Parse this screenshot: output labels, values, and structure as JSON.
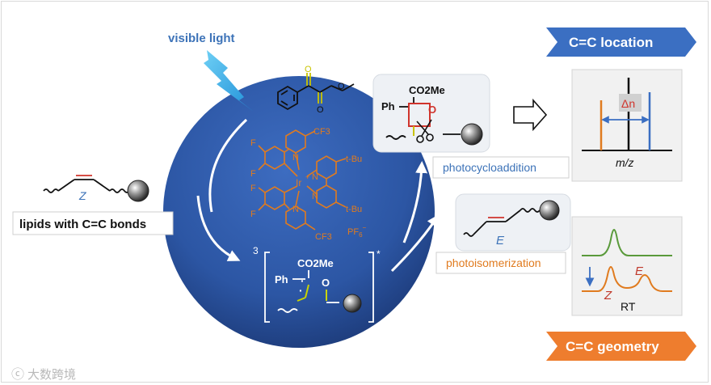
{
  "light": {
    "label": "visible light"
  },
  "lipid": {
    "label": "lipids with C=C bonds",
    "z_label": "Z"
  },
  "catalyst": {
    "f1": "F",
    "f2": "F",
    "f3": "F",
    "f4": "F",
    "cf3_top": "CF3",
    "cf3_bottom": "CF3",
    "tbu_top": "t-Bu",
    "tbu_bottom": "t-Bu",
    "n1": "N",
    "n2": "N",
    "n3": "N",
    "n4": "N",
    "ir": "Ir",
    "ir_charge": "+",
    "counterion": "PF",
    "counterion_sub": "6",
    "counterion_sup": "−"
  },
  "intermediate": {
    "triplet": "3",
    "star": "*",
    "co2me": "CO2Me",
    "ph": "Ph",
    "o": "O",
    "dot1": "·",
    "dot2": "·"
  },
  "product_cyclo": {
    "co2me": "CO2Me",
    "ph": "Ph",
    "o": "O",
    "label": "photocycloaddition"
  },
  "product_iso": {
    "e_label": "E",
    "label": "photoisomerization"
  },
  "location": {
    "banner": "C=C location",
    "delta": "Δn",
    "axis": "m/z"
  },
  "geometry": {
    "banner": "C=C geometry",
    "z": "Z",
    "e": "E",
    "axis": "RT"
  },
  "colors": {
    "blue_circle": "#2e5aa8",
    "orange": "#e07b1f",
    "blue_banner": "#3b6fc2",
    "orange_banner": "#ee7d2e",
    "green": "#5a9a3b",
    "red": "#c0392b"
  },
  "watermark": "大数跨境"
}
